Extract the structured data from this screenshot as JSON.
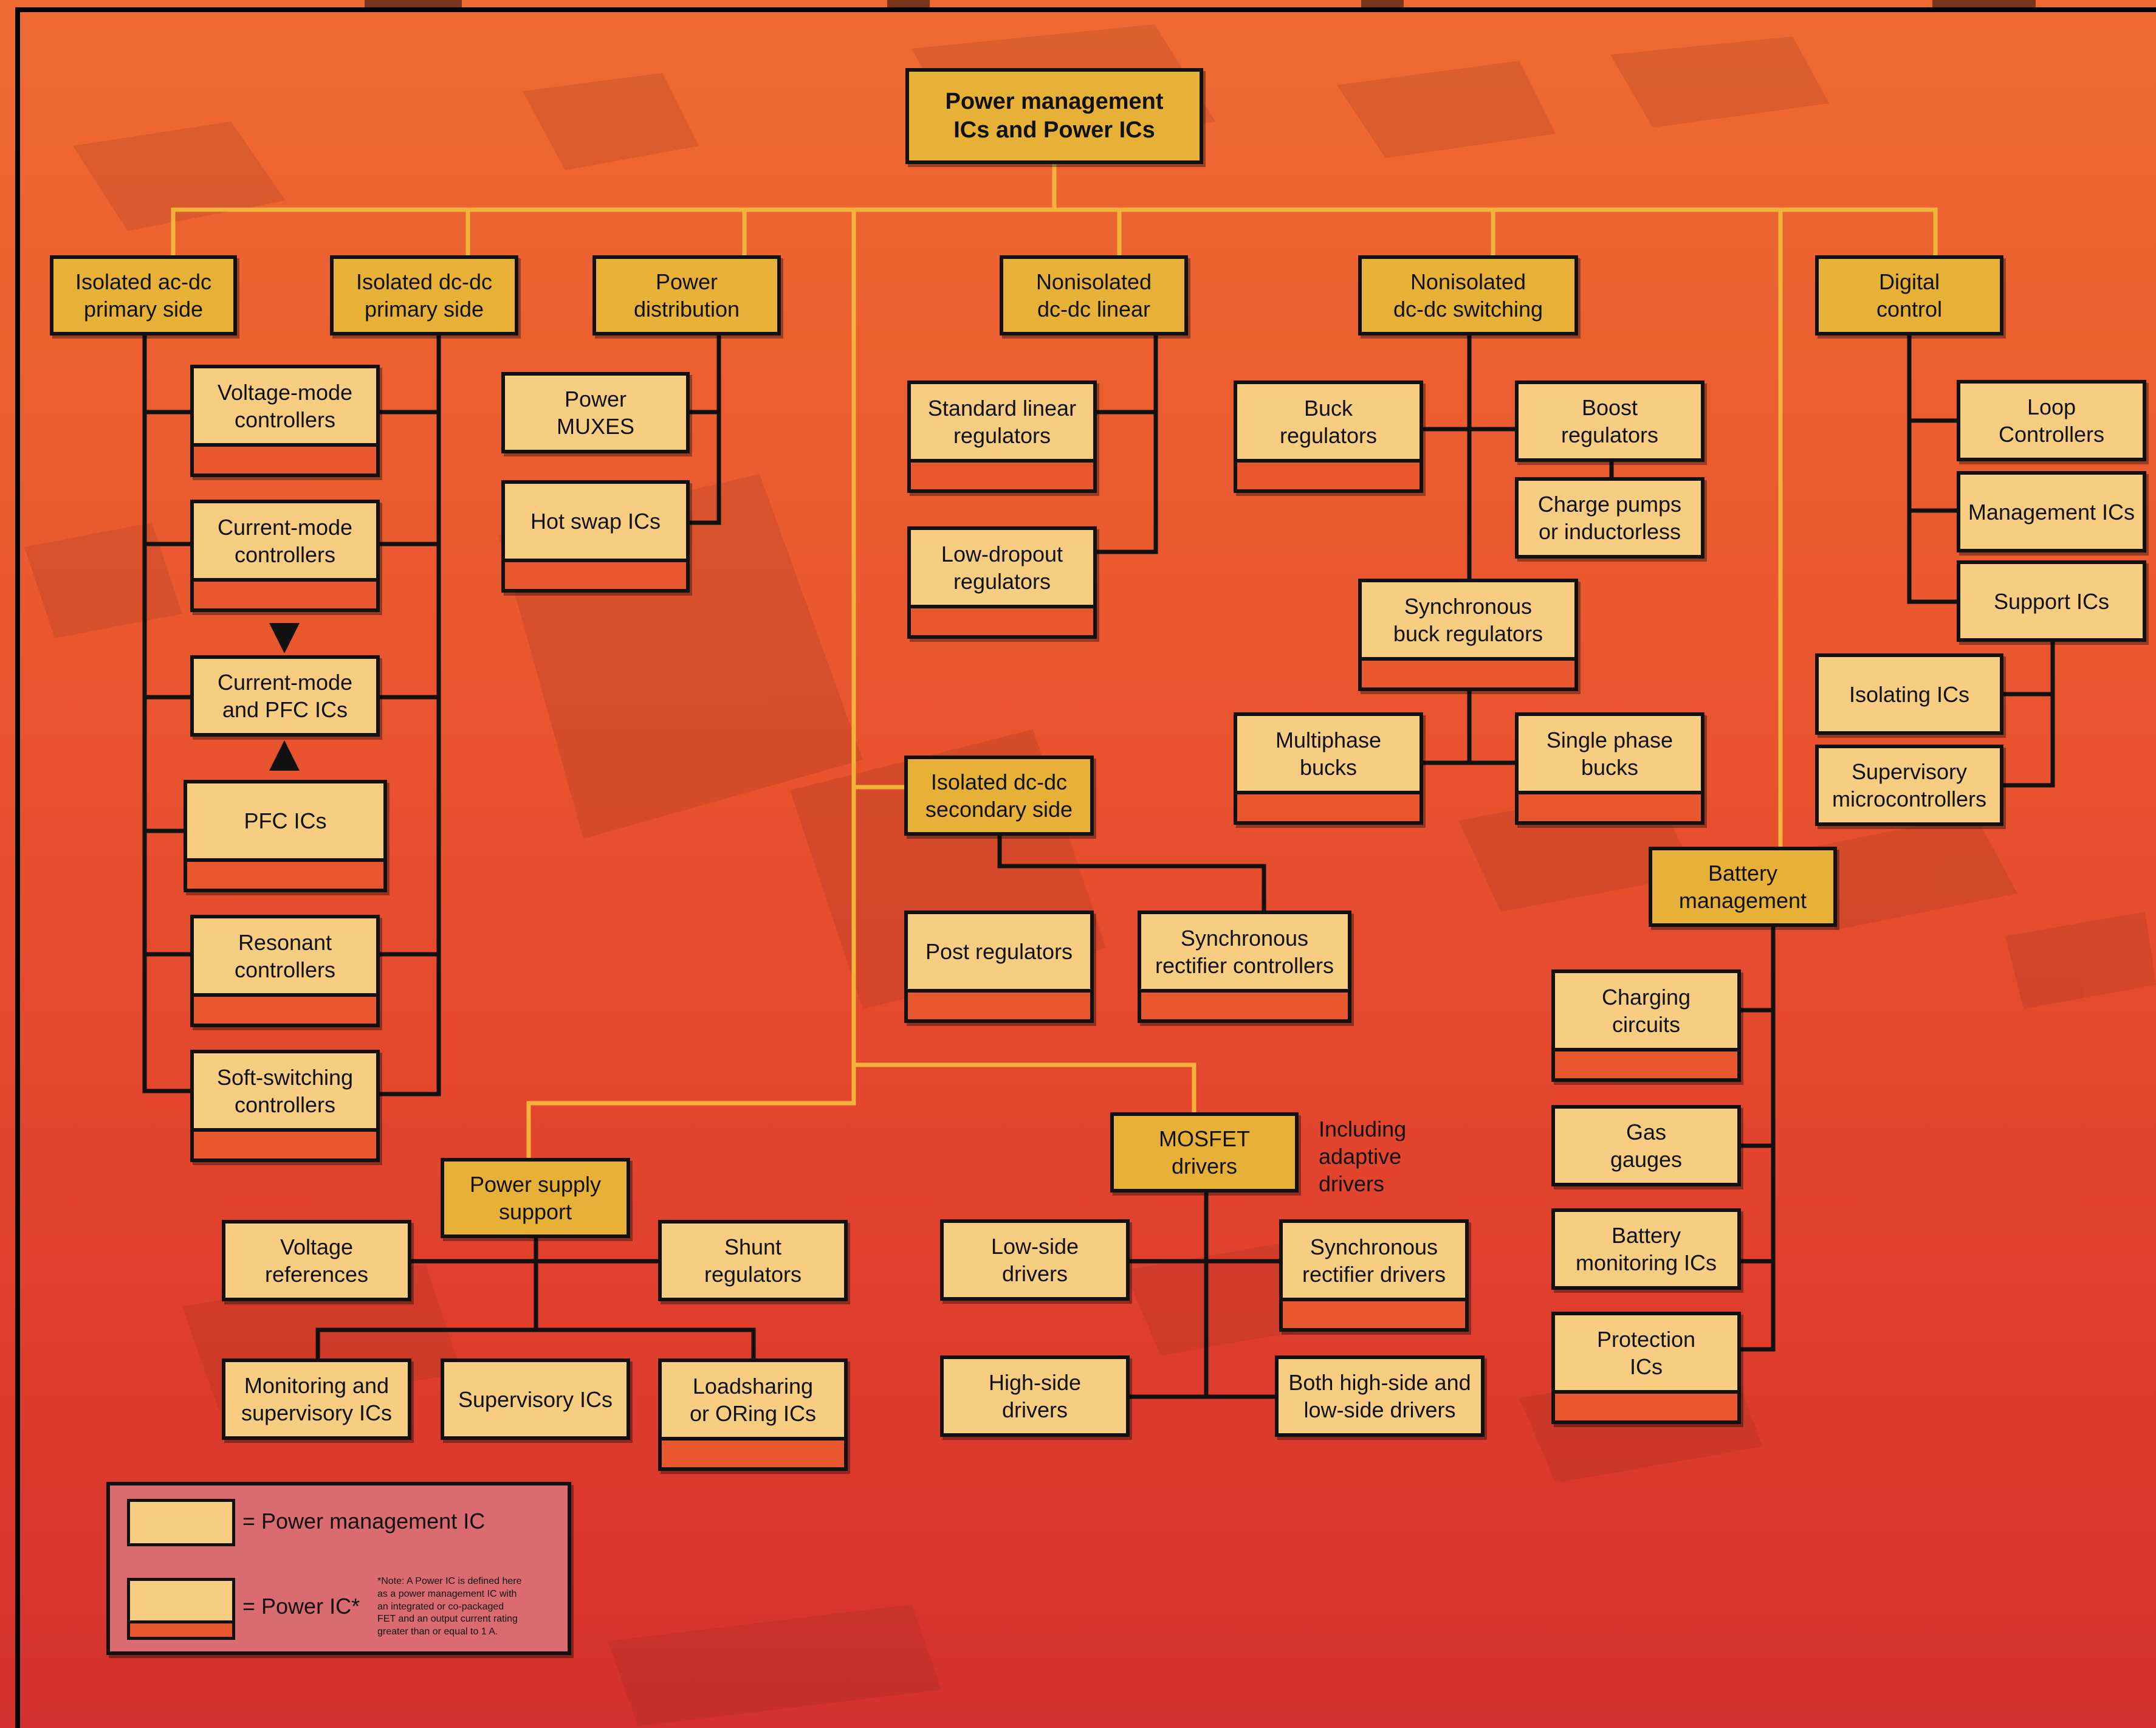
{
  "colors": {
    "background_top": "#ef6a33",
    "background_bottom": "#d4312e",
    "connector_yellow": "#f2b33a",
    "connector_black": "#111111",
    "category_box": "#e6b136",
    "pm_ic_box": "#f7cd82",
    "power_ic_bar": "#e8572d",
    "legend_bg": "#da6b70"
  },
  "root": {
    "label": "Power management\nICs and Power ICs"
  },
  "categories": {
    "ac_dc": "Isolated ac-dc\nprimary side",
    "dc_dc_primary": "Isolated dc-dc\nprimary side",
    "power_distribution": "Power\ndistribution",
    "nonisolated_linear": "Nonisolated\ndc-dc linear",
    "nonisolated_switching": "Nonisolated\ndc-dc switching",
    "digital_control": "Digital\ncontrol",
    "dc_dc_secondary": "Isolated dc-dc\nsecondary side",
    "battery_management": "Battery\nmanagement",
    "mosfet_drivers": "MOSFET\ndrivers",
    "power_supply_support": "Power supply\nsupport"
  },
  "items": {
    "voltage_mode": "Voltage-mode\ncontrollers",
    "current_mode": "Current-mode\ncontrollers",
    "current_mode_pfc": "Current-mode\nand PFC ICs",
    "pfc": "PFC ICs",
    "resonant": "Resonant\ncontrollers",
    "soft_switching": "Soft-switching\ncontrollers",
    "power_muxes": "Power\nMUXES",
    "hot_swap": "Hot swap ICs",
    "standard_linear": "Standard linear\nregulators",
    "ldo": "Low-dropout\nregulators",
    "buck": "Buck\nregulators",
    "boost": "Boost\nregulators",
    "charge_pumps": "Charge pumps\nor inductorless",
    "sync_buck": "Synchronous\nbuck regulators",
    "multiphase": "Multiphase\nbucks",
    "single_phase": "Single phase\nbucks",
    "loop_controllers": "Loop\nControllers",
    "management_ics": "Management ICs",
    "support_ics": "Support ICs",
    "isolating_ics": "Isolating ICs",
    "supervisory_mcu": "Supervisory\nmicrocontrollers",
    "post_regulators": "Post regulators",
    "sync_rectifier_ctrl": "Synchronous\nrectifier controllers",
    "charging_circuits": "Charging\ncircuits",
    "gas_gauges": "Gas\ngauges",
    "battery_monitoring": "Battery\nmonitoring ICs",
    "protection_ics": "Protection\nICs",
    "low_side": "Low-side\ndrivers",
    "sync_rectifier_drivers": "Synchronous\nrectifier drivers",
    "high_side": "High-side\ndrivers",
    "both_sides": "Both high-side and\nlow-side drivers",
    "voltage_references": "Voltage\nreferences",
    "shunt_regulators": "Shunt\nregulators",
    "monitoring_supervisory": "Monitoring and\nsupervisory ICs",
    "supervisory_ics": "Supervisory ICs",
    "loadsharing": "Loadsharing\nor ORing ICs"
  },
  "notes": {
    "mosfet_note": "Including\nadaptive\ndrivers"
  },
  "legend": {
    "pm_ic": "= Power management IC",
    "power_ic": "= Power IC*",
    "footnote": "*Note: A Power IC is defined here\nas a power management IC with\nan integrated or co-packaged\nFET and an output current rating\ngreater than or equal to 1 A."
  }
}
